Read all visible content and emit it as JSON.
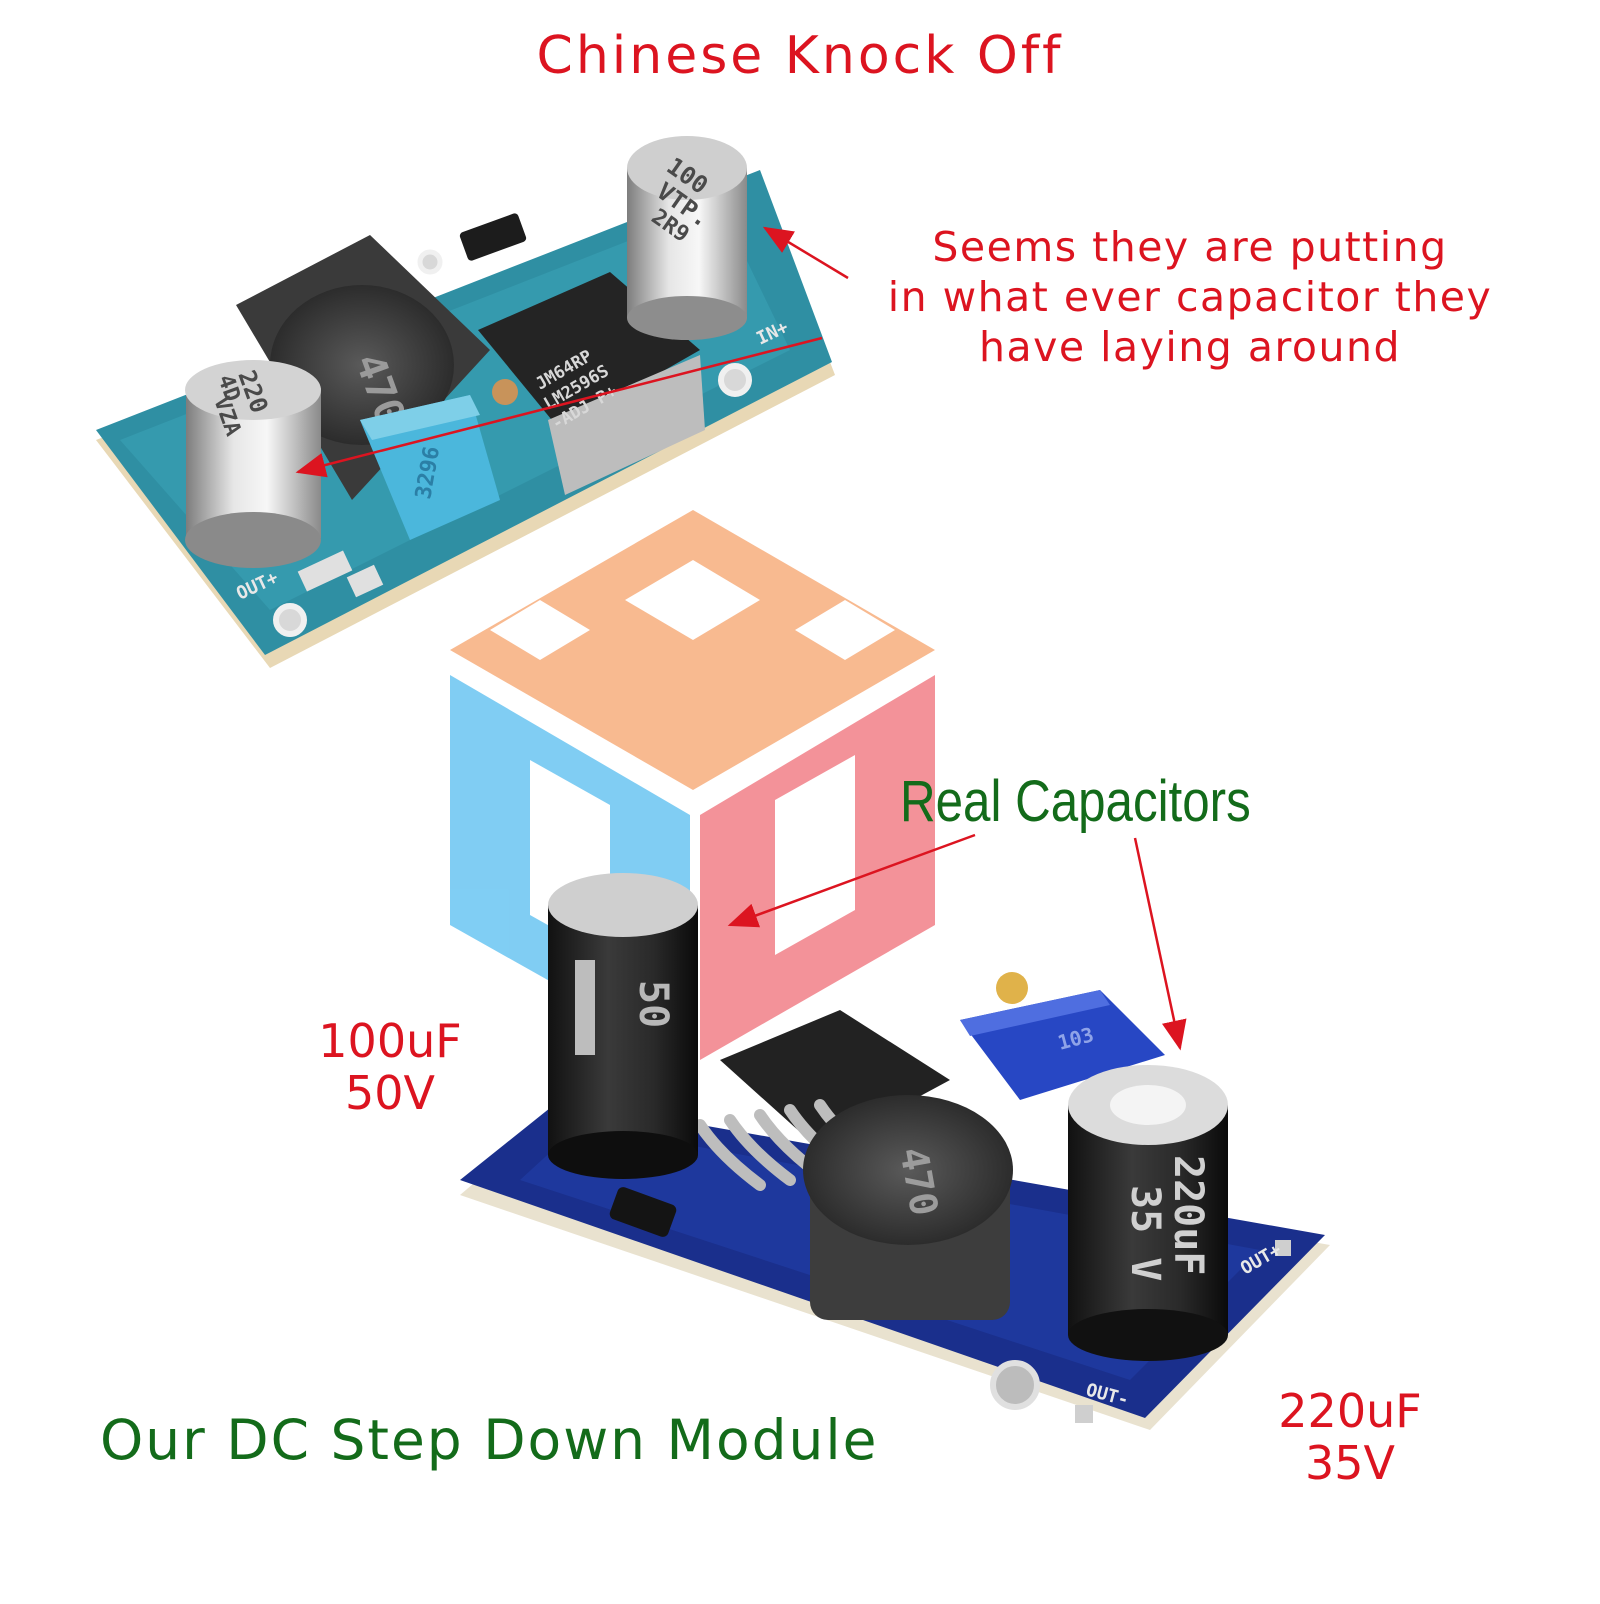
{
  "captions": {
    "top_title": "Chinese Knock Off",
    "top_note_line1": "Seems they are putting",
    "top_note_line2": "in what ever capacitor they",
    "top_note_line3": "have laying around",
    "real_capacitors": "Real Capacitors",
    "cap_a_value": "100uF",
    "cap_a_voltage": "50V",
    "cap_b_value": "220uF",
    "cap_b_voltage": "35V",
    "bottom_title": "Our DC Step Down Module"
  },
  "board_markings": {
    "top_cap_big_1": "100",
    "top_cap_big_2": "VTP.",
    "top_cap_big_3": "2R9",
    "top_cap_small_1": "4D",
    "top_cap_small_2": "220",
    "top_cap_small_3": "VZA",
    "top_inductor": "470",
    "top_ic_1": "JM64RP",
    "top_ic_2": "LM2596S",
    "top_ic_3": "-ADJ P+",
    "top_pot": "3296",
    "top_in_pad": "IN+",
    "top_out_pad": "OUT+",
    "bottom_cap_big": "220uF",
    "bottom_cap_big_v": "35 V",
    "bottom_cap_small": "50",
    "bottom_inductor": "470",
    "bottom_pot": "103",
    "bottom_out_plus": "OUT+",
    "bottom_out_minus": "OUT-"
  },
  "colors": {
    "caption_red": "#dc1420",
    "caption_green": "#136b1a",
    "pcb_teal": "#2f8fa3",
    "pcb_blue": "#1a2f8c",
    "logo_orange": "#f6a36c",
    "logo_blue": "#56bdf0",
    "logo_pink": "#ef6e77"
  }
}
